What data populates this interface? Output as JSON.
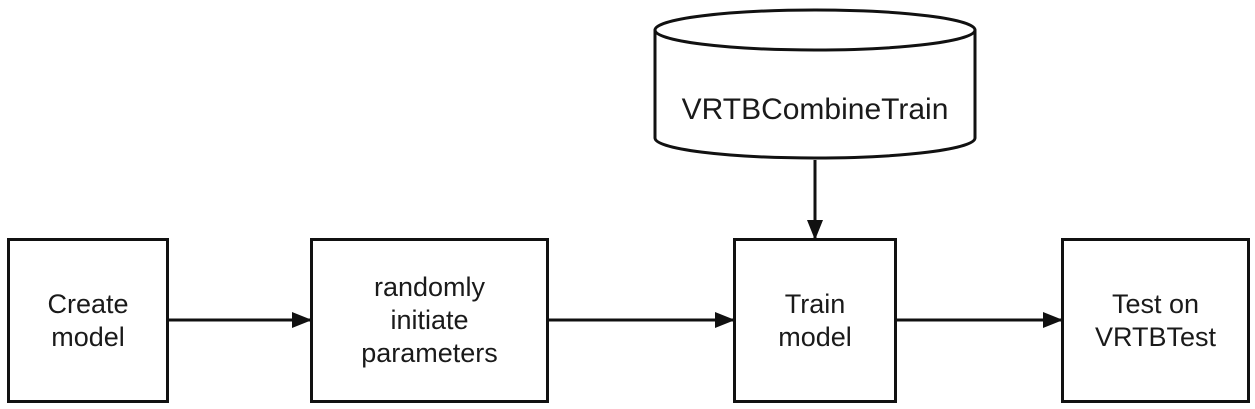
{
  "datastore": {
    "label": "VRTBCombineTrain"
  },
  "steps": [
    {
      "id": "create",
      "label": "Create\nmodel"
    },
    {
      "id": "random",
      "label": "randomly\ninitiate\nparameters"
    },
    {
      "id": "train",
      "label": "Train\nmodel"
    },
    {
      "id": "test",
      "label": "Test on\nVRTBTest"
    }
  ],
  "colors": {
    "stroke": "#111111",
    "text": "#1a1a1a",
    "background": "#ffffff"
  }
}
